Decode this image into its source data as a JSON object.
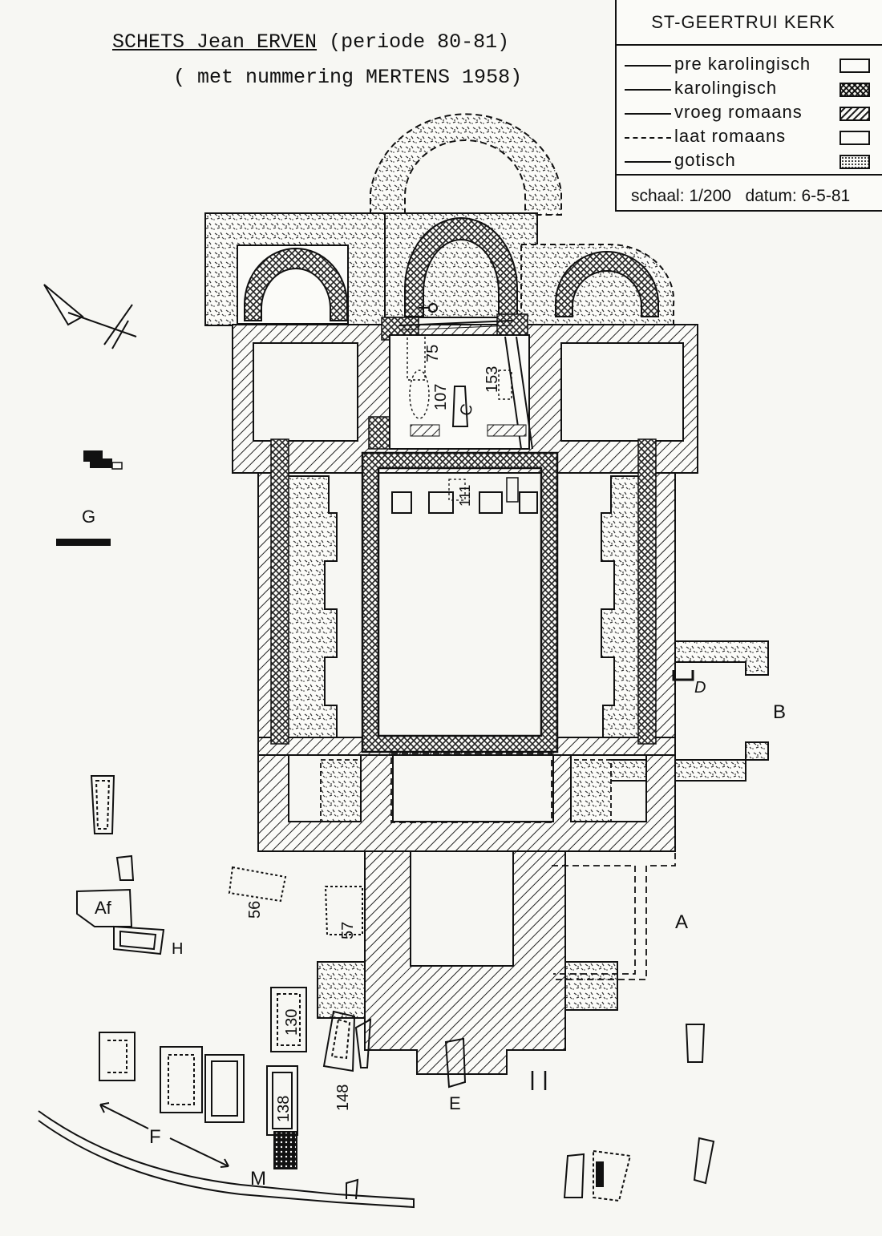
{
  "title": {
    "line1_a": "SCHETS Jean ERVEN",
    "line1_b": "(periode 80-81)",
    "line2": "( met nummering MERTENS 1958)"
  },
  "legend": {
    "heading": "ST-GEERTRUI KERK",
    "items": [
      {
        "label": "pre karolingisch",
        "line": "solid",
        "swatch": "empty"
      },
      {
        "label": "karolingisch",
        "line": "solid",
        "swatch": "cross-hatch"
      },
      {
        "label": "vroeg romaans",
        "line": "solid",
        "swatch": "diagonal-hatch"
      },
      {
        "label": "laat  romaans",
        "line": "dashed",
        "swatch": "empty"
      },
      {
        "label": "gotisch",
        "line": "solid",
        "swatch": "dots"
      }
    ],
    "scale": "schaal: 1/200",
    "date": "datum: 6-5-81"
  },
  "plan_labels": {
    "n75": "75",
    "n107": "107",
    "c": "C",
    "n153": "153",
    "n111": "111",
    "g": "G",
    "d": "D",
    "b": "B",
    "a": "A",
    "n56": "56",
    "n57": "57",
    "af": "Af",
    "h": "H",
    "n130": "130",
    "n148": "148",
    "n138": "138",
    "e": "E",
    "f": "F",
    "m": "M"
  },
  "icons": {
    "north_arrow": "north-arrow-icon"
  }
}
